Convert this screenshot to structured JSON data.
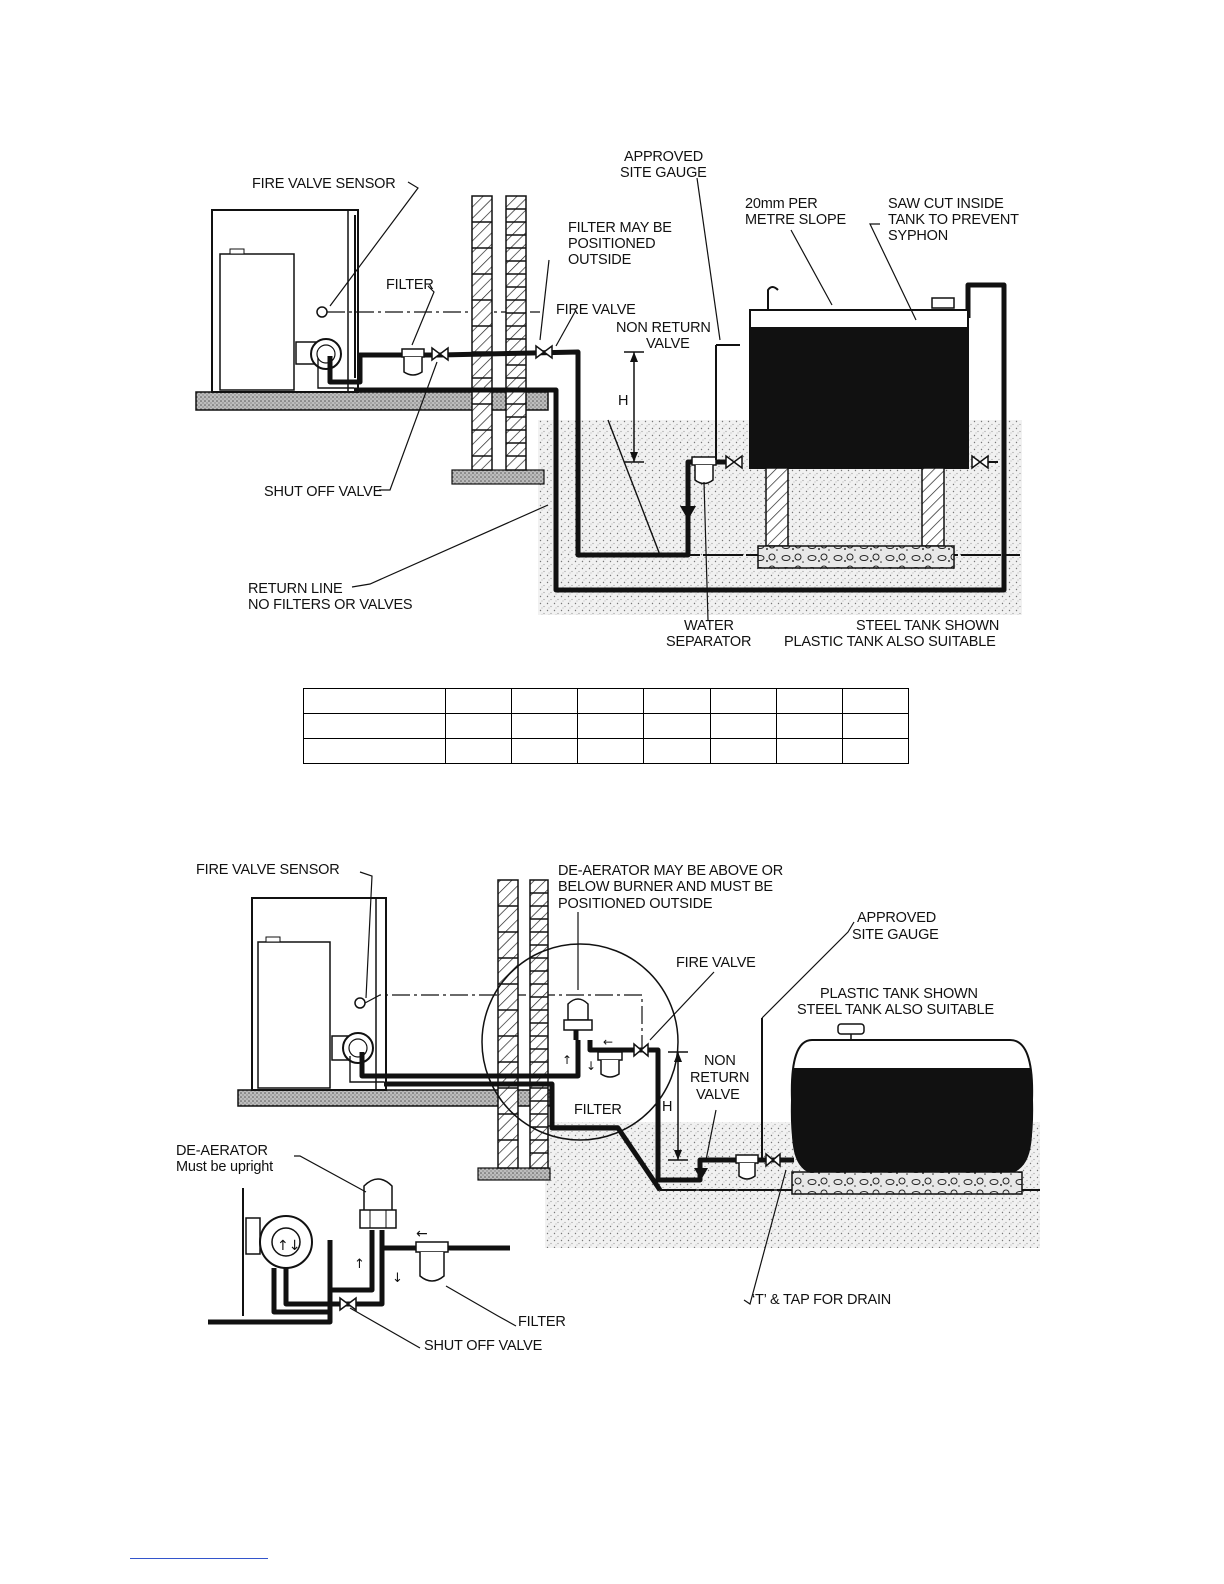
{
  "diagram1": {
    "labels": {
      "fire_valve_sensor": "FIRE VALVE SENSOR",
      "filter": "FILTER",
      "filter_outside_1": "FILTER MAY BE",
      "filter_outside_2": "POSITIONED",
      "filter_outside_3": "OUTSIDE",
      "approved_site_gauge_1": "APPROVED",
      "approved_site_gauge_2": "SITE GAUGE",
      "slope_1": "20mm PER",
      "slope_2": "METRE SLOPE",
      "saw_cut_1": "SAW CUT INSIDE",
      "saw_cut_2": "TANK TO PREVENT",
      "saw_cut_3": "SYPHON",
      "fire_valve": "FIRE VALVE",
      "non_return_1": "NON RETURN",
      "non_return_2": "VALVE",
      "height_h": "H",
      "shut_off_valve": "SHUT OFF VALVE",
      "return_line_1": "RETURN LINE",
      "return_line_2": "NO FILTERS OR VALVES",
      "water_sep_1": "WATER",
      "water_sep_2": "SEPARATOR",
      "steel_tank_1": "STEEL TANK SHOWN",
      "steel_tank_2": "PLASTIC TANK ALSO SUITABLE"
    }
  },
  "table": {
    "rows": [
      [
        "",
        "",
        "",
        "",
        "",
        "",
        "",
        ""
      ],
      [
        "",
        "",
        "",
        "",
        "",
        "",
        "",
        ""
      ],
      [
        "",
        "",
        "",
        "",
        "",
        "",
        "",
        ""
      ]
    ]
  },
  "diagram2": {
    "labels": {
      "fire_valve_sensor": "FIRE VALVE SENSOR",
      "deaerator_note_1": "DE-AERATOR MAY BE ABOVE OR",
      "deaerator_note_2": "BELOW BURNER AND MUST BE",
      "deaerator_note_3": "POSITIONED OUTSIDE",
      "approved_site_gauge_1": "APPROVED",
      "approved_site_gauge_2": "SITE GAUGE",
      "fire_valve": "FIRE VALVE",
      "plastic_tank_1": "PLASTIC TANK SHOWN",
      "plastic_tank_2": "STEEL TANK ALSO SUITABLE",
      "non_1": "NON",
      "non_2": "RETURN",
      "non_3": "VALVE",
      "filter": "FILTER",
      "height_h": "H",
      "deaerator_1": "DE-AERATOR",
      "deaerator_2": "Must be upright",
      "filter_detail": "FILTER",
      "shut_off_valve": "SHUT OFF VALVE",
      "tap_drain": "‘T’ & TAP FOR DRAIN"
    }
  }
}
